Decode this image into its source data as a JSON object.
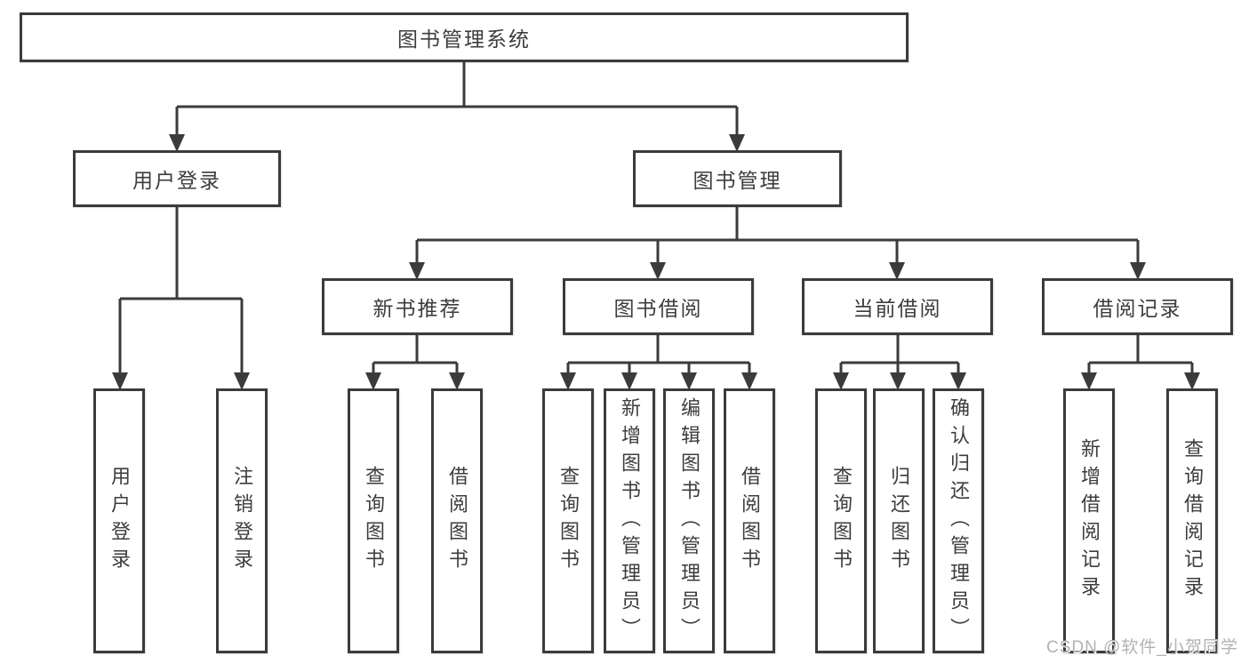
{
  "diagram": {
    "root": {
      "label": "图书管理系统"
    },
    "branches": [
      {
        "label": "用户登录",
        "children": [
          {
            "label": "用户登录"
          },
          {
            "label": "注销登录"
          }
        ]
      },
      {
        "label": "图书管理",
        "children": [
          {
            "label": "新书推荐",
            "children": [
              {
                "label": "查询图书"
              },
              {
                "label": "借阅图书"
              }
            ]
          },
          {
            "label": "图书借阅",
            "children": [
              {
                "label": "查询图书"
              },
              {
                "label": "新增图书（管理员）"
              },
              {
                "label": "编辑图书（管理员）"
              },
              {
                "label": "借阅图书"
              }
            ]
          },
          {
            "label": "当前借阅",
            "children": [
              {
                "label": "查询图书"
              },
              {
                "label": "归还图书"
              },
              {
                "label": "确认归还（管理员）"
              }
            ]
          },
          {
            "label": "借阅记录",
            "children": [
              {
                "label": "新增借阅记录"
              },
              {
                "label": "查询借阅记录"
              }
            ]
          }
        ]
      }
    ]
  },
  "watermark": {
    "text": "CSDN @软件_小贺同学"
  },
  "colors": {
    "line": "#3b3b3b",
    "text": "#3d3d3d",
    "background": "#ffffff",
    "watermark": "#b2b2b2"
  }
}
